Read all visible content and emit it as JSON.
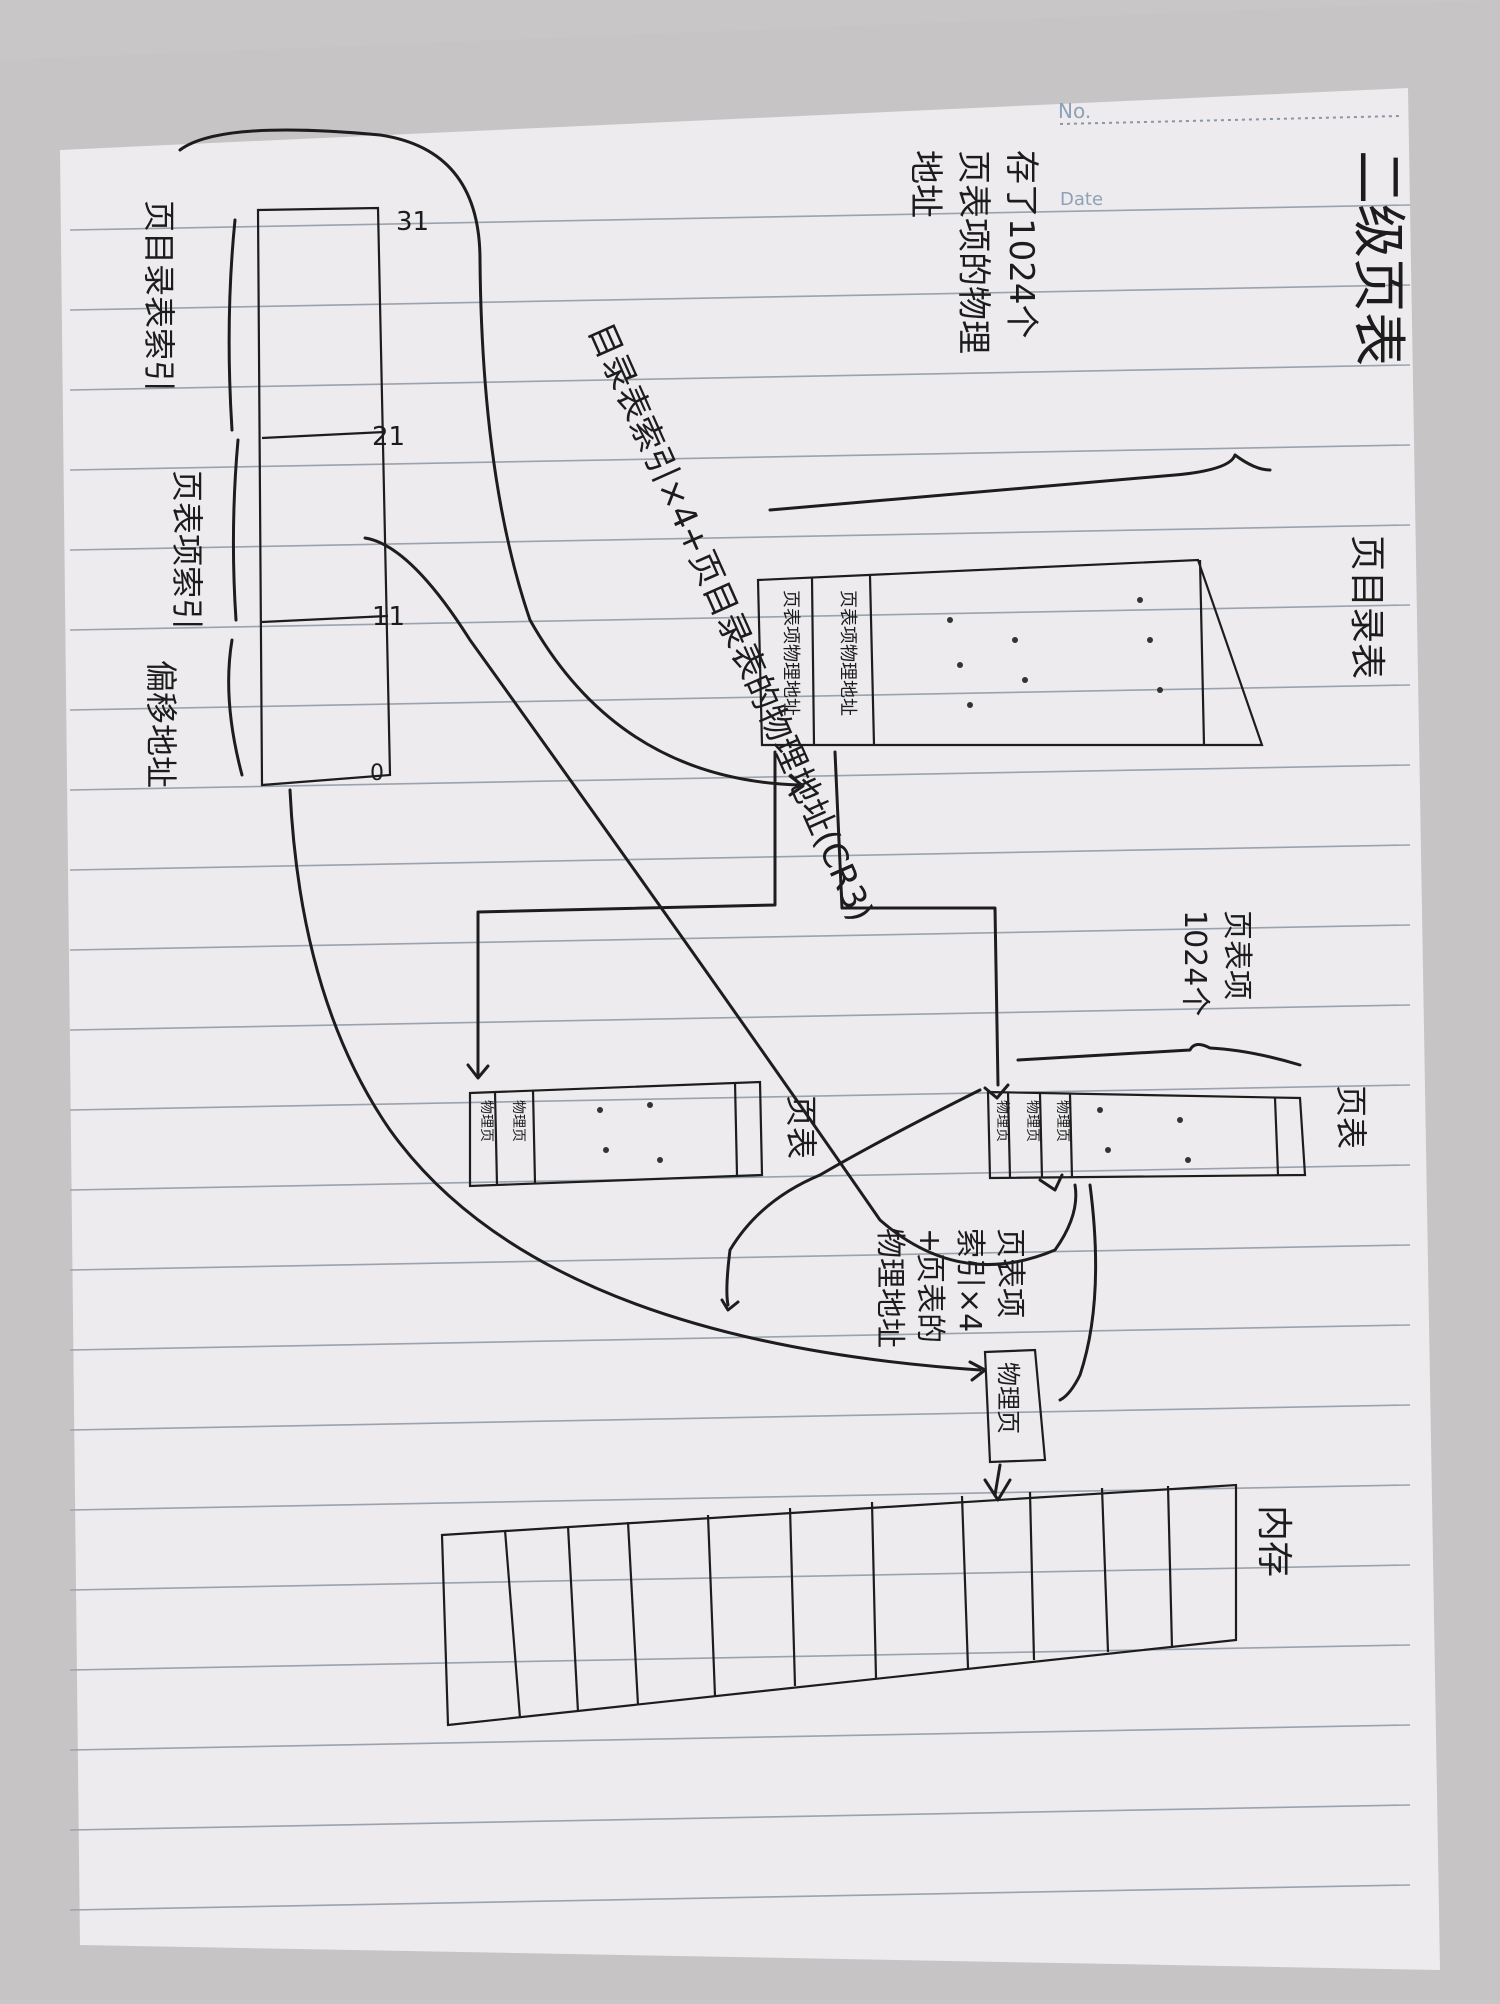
{
  "paper": {
    "no_label": "No.",
    "date_label": "Date"
  },
  "diagram": {
    "title": "二级页表",
    "labels": {
      "page_dir_note_1": "存了1024个",
      "page_dir_note_2": "页表项的物理",
      "page_dir_note_3": "地址",
      "page_directory": "页目录表",
      "dir_index_formula": "目录表索引×4+页目录表的物理地址(CR3)",
      "page_table_count_1": "1024个",
      "page_table_count_2": "页表项",
      "page_table": "页表",
      "page_table_2": "页表",
      "pte_formula_1": "页表项",
      "pte_formula_2": "索引×4",
      "pte_formula_3": "+页表的",
      "pte_formula_4": "物理地址",
      "memory": "内存",
      "physical_page": "物理页",
      "bit_31": "31",
      "bit_21": "21",
      "bit_11": "11",
      "bit_0": "0",
      "field_dir_index": "页目录表索引",
      "field_pte_index": "页表项索引",
      "field_offset": "偏移地址"
    },
    "entries": {
      "dir_entry_1": "页表项物理地址",
      "dir_entry_2": "页表项物理地址",
      "pt_entry_1": "物理页",
      "pt_entry_2": "物理页",
      "pt_entry_3": "物理页",
      "pt2_entry_1": "物理页",
      "pt2_entry_2": "物理页"
    }
  }
}
